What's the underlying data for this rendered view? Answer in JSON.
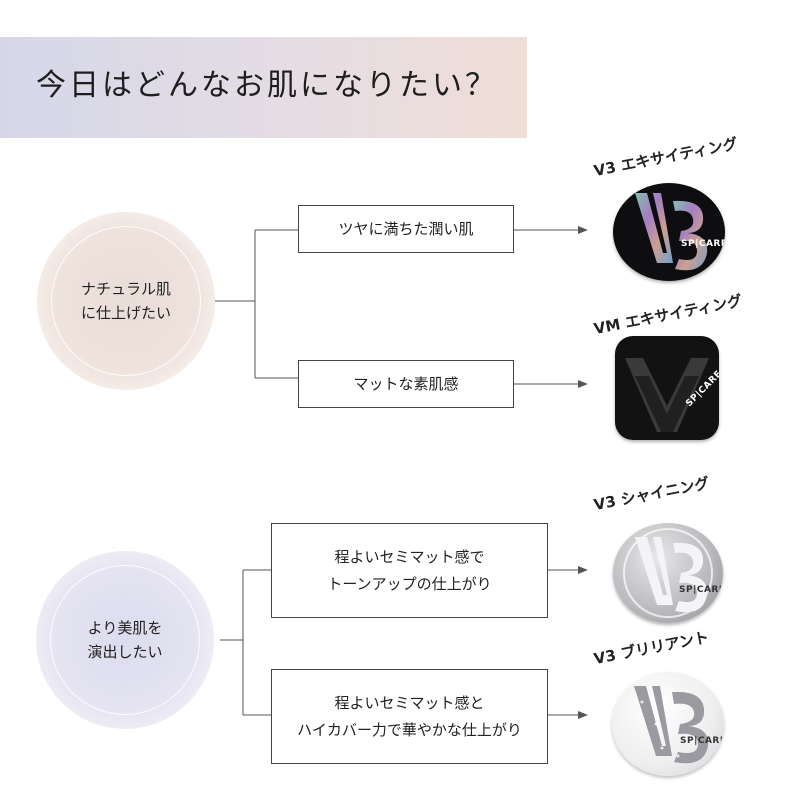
{
  "header": {
    "title": "今日はどんなお肌になりたい？"
  },
  "groups": [
    {
      "circle_line1": "ナチュラル肌",
      "circle_line2": "に仕上げたい",
      "options": [
        {
          "line1": "ツヤに満ちた潤い肌",
          "product": {
            "name": "V3 エキサイティング",
            "brand": "SP|CARE",
            "icon": "v3-exciting-compact"
          }
        },
        {
          "line1": "マットな素肌感",
          "product": {
            "name": "VM エキサイティング",
            "brand": "SP|CARE",
            "icon": "vm-exciting-compact"
          }
        }
      ]
    },
    {
      "circle_line1": "より美肌を",
      "circle_line2": "演出したい",
      "options": [
        {
          "line1": "程よいセミマット感で",
          "line2": "トーンアップの仕上がり",
          "product": {
            "name": "V3 シャイニング",
            "brand": "SP|CARE",
            "icon": "v3-shining-compact"
          }
        },
        {
          "line1": "程よいセミマット感と",
          "line2": "ハイカバー力で華やかな仕上がり",
          "product": {
            "name": "V3 ブリリアント",
            "brand": "SP|CARE",
            "icon": "v3-brilliant-compact"
          }
        }
      ]
    }
  ],
  "colors": {
    "header_gradient_start": "#d5d7e9",
    "header_gradient_end": "#efddd6",
    "warm_circle": "#ecdfd9",
    "cool_circle": "#e0dfef",
    "line": "#555555"
  }
}
